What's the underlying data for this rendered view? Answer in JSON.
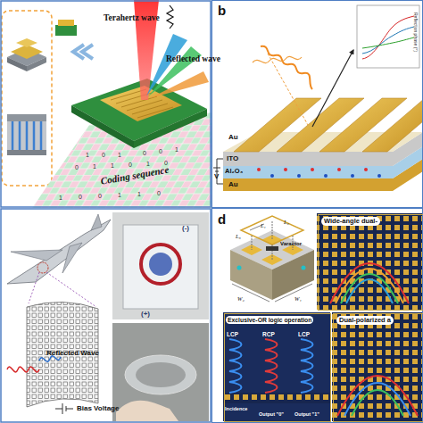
{
  "diagram": {
    "nodes": [
      {
        "text": [
          "b"
        ]
      },
      {
        "text": [
          "d"
        ]
      },
      {
        "text": [
          "Wide-angle dual-"
        ],
        "in": 1
      },
      {
        "text": [
          "Exclusive-OR logic operation"
        ],
        "in": 1
      },
      {
        "text": [
          "Dual-polarized a"
        ],
        "in": 1
      }
    ],
    "labels": [
      "Terahertz wave",
      "Reflected wave",
      "Coding sequence",
      "1",
      "0",
      "1",
      "0",
      "0",
      "1",
      "0",
      "1",
      "1",
      "0",
      "1",
      "0",
      "1",
      "0",
      "0",
      "1",
      "1",
      "0",
      "Reflection phase (°)",
      "Au",
      "ITO",
      "Al₂O₃",
      "Au",
      "V",
      "(-)",
      "(+)",
      "Reflected Wave",
      "Bias Voltage",
      "L₁",
      "L₂",
      "L₃",
      "W₁",
      "W₂",
      "Varactor",
      "LCP",
      "RCP",
      "LCP",
      "Incidence",
      "Output \"0\"",
      "Output \"1\""
    ]
  }
}
